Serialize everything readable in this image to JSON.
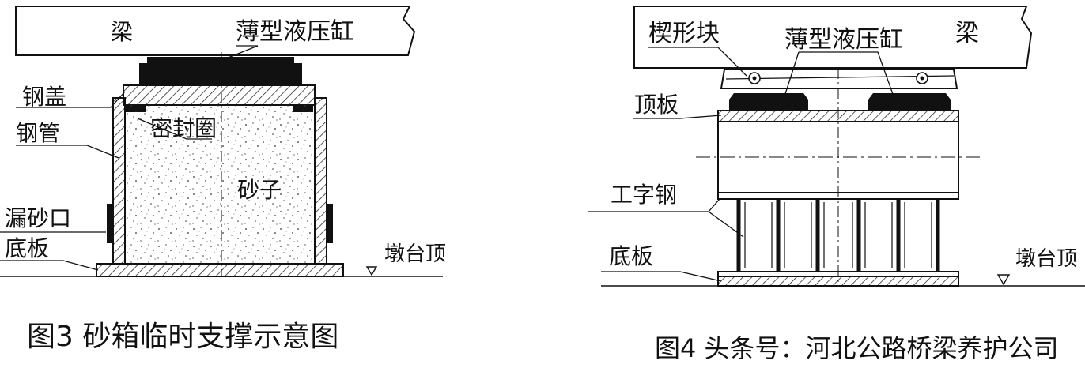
{
  "figure3": {
    "caption": "图3  砂箱临时支撑示意图",
    "labels": {
      "beam": "梁",
      "jack": "薄型液压缸",
      "steel_cap": "钢盖",
      "steel_pipe": "钢管",
      "seal_ring": "密封圈",
      "sand": "砂子",
      "sand_outlet": "漏砂口",
      "base_plate": "底板",
      "pier_top": "墩台顶"
    }
  },
  "figure4": {
    "caption": "图4  头条号：河北公路桥梁养护公司",
    "labels": {
      "wedge_block": "楔形块",
      "jack": "薄型液压缸",
      "beam": "梁",
      "top_plate": "顶板",
      "i_beam": "工字钢",
      "base_plate": "底板",
      "pier_top": "墩台顶"
    }
  },
  "colors": {
    "ink": "#111111",
    "background": "#ffffff"
  }
}
